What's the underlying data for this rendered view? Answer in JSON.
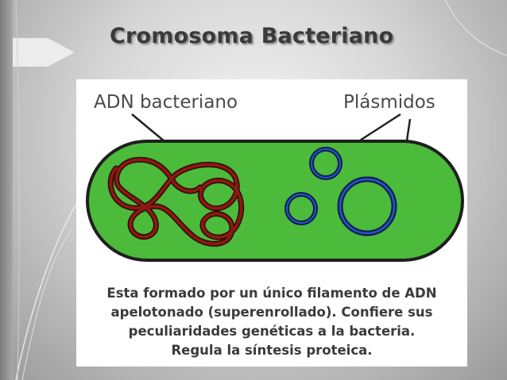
{
  "slide": {
    "title": "Cromosoma Bacteriano"
  },
  "diagram": {
    "label_dna": "ADN bacteriano",
    "label_plasmids": "Plásmidos",
    "colors": {
      "cell_fill": "#4cba3a",
      "cell_border": "#1f1f1f",
      "dna": "#8b1a10",
      "plasmid": "#1b3a8c"
    }
  },
  "caption": {
    "lines": [
      "Esta formado por un único filamento  de ADN",
      "apelotonado (superenrollado). Confiere sus",
      "peculiaridades genéticas a la bacteria.",
      "Regula la síntesis proteica."
    ]
  }
}
